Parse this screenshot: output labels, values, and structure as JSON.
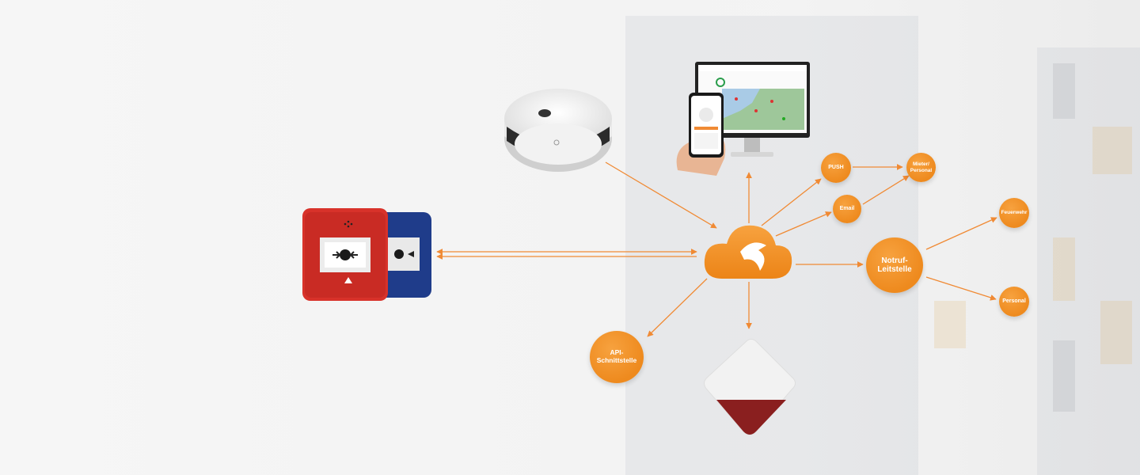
{
  "nodes": {
    "push": "PUSH",
    "email": "Email",
    "mieter": "Mieter/\nPersonal",
    "notruf": "Notruf-\nLeitstelle",
    "feuerwehr": "Feuerwehr",
    "personal": "Personal",
    "api": "API-\nSchnittstelle"
  },
  "colors": {
    "accent": "#ee8a1e",
    "arrow": "#f08a34",
    "red_callpoint": "#d8322a",
    "blue_callpoint": "#1f3c8a"
  },
  "icons": {
    "cloud": "cloud-icon",
    "fox": "fox-logo-icon"
  }
}
